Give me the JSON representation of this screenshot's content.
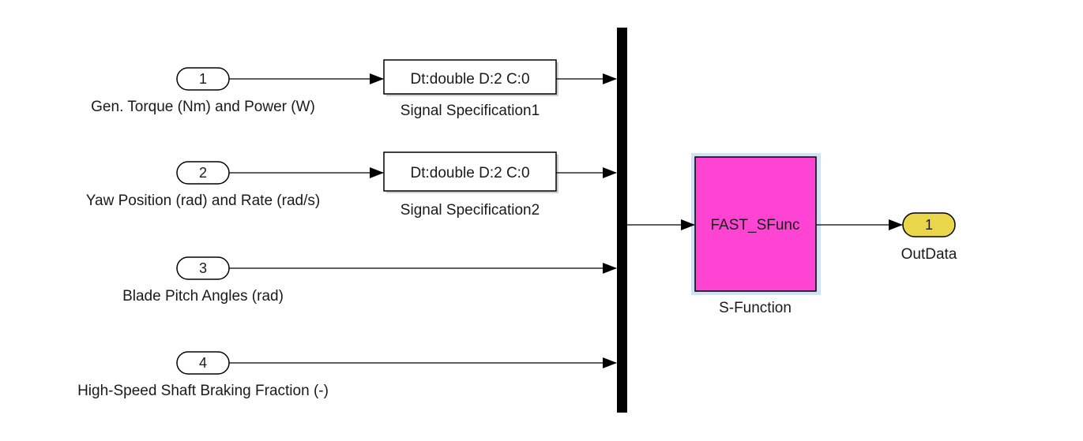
{
  "inports": [
    {
      "number": "1",
      "label": "Gen. Torque (Nm) and Power (W)"
    },
    {
      "number": "2",
      "label": "Yaw Position (rad) and Rate (rad/s)"
    },
    {
      "number": "3",
      "label": "Blade Pitch Angles (rad)"
    },
    {
      "number": "4",
      "label": "High-Speed Shaft Braking Fraction (-)"
    }
  ],
  "signal_specs": [
    {
      "text": "Dt:double D:2 C:0",
      "label": "Signal Specification1"
    },
    {
      "text": "Dt:double D:2 C:0",
      "label": "Signal Specification2"
    }
  ],
  "sfunction": {
    "text": "FAST_SFunc",
    "label": "S-Function",
    "color": "#ff44d4"
  },
  "outport": {
    "number": "1",
    "label": "OutData",
    "color": "#e9d64b"
  }
}
